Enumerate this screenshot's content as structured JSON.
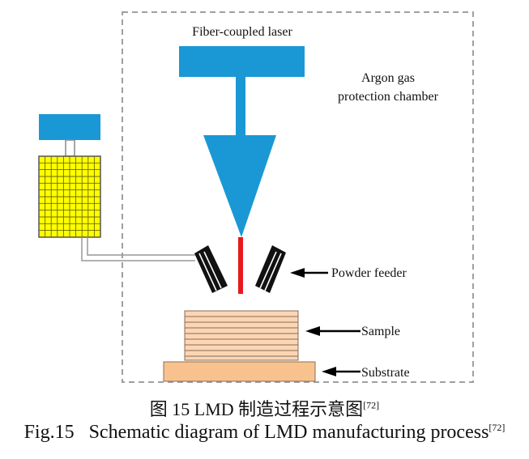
{
  "labels": {
    "laser": "Fiber-coupled laser",
    "chamber_line1": "Argon gas",
    "chamber_line2": "protection chamber",
    "powder_feeder": "Powder feeder",
    "sample": "Sample",
    "substrate": "Substrate"
  },
  "caption": {
    "cn_text": "图 15  LMD 制造过程示意图",
    "cn_ref": "[72]",
    "en_text": "Fig.15   Schematic diagram of LMD manufacturing process",
    "en_ref": "[72]"
  },
  "colors": {
    "laser_blue": "#1a98d5",
    "beam_red": "#e8191e",
    "hopper_yellow": "#ffff00",
    "sample_fill": "#fcd5b4",
    "substrate_fill": "#f8c28e",
    "chamber_border": "#a0a0a0"
  }
}
